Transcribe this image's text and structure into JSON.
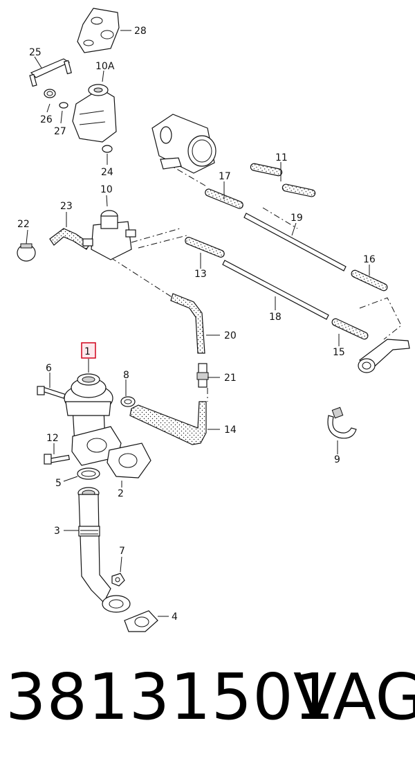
{
  "diagram": {
    "highlight_color": "#d0021b",
    "highlight_fill": "#fde8ec",
    "callouts": [
      {
        "id": "1",
        "label": "1"
      },
      {
        "id": "2",
        "label": "2"
      },
      {
        "id": "3",
        "label": "3"
      },
      {
        "id": "4",
        "label": "4"
      },
      {
        "id": "5",
        "label": "5"
      },
      {
        "id": "6",
        "label": "6"
      },
      {
        "id": "7",
        "label": "7"
      },
      {
        "id": "8",
        "label": "8"
      },
      {
        "id": "9",
        "label": "9"
      },
      {
        "id": "10",
        "label": "10"
      },
      {
        "id": "10A",
        "label": "10A"
      },
      {
        "id": "11",
        "label": "11"
      },
      {
        "id": "12",
        "label": "12"
      },
      {
        "id": "13",
        "label": "13"
      },
      {
        "id": "14",
        "label": "14"
      },
      {
        "id": "15",
        "label": "15"
      },
      {
        "id": "16",
        "label": "16"
      },
      {
        "id": "17",
        "label": "17"
      },
      {
        "id": "18",
        "label": "18"
      },
      {
        "id": "19",
        "label": "19"
      },
      {
        "id": "20",
        "label": "20"
      },
      {
        "id": "21",
        "label": "21"
      },
      {
        "id": "22",
        "label": "22"
      },
      {
        "id": "23",
        "label": "23"
      },
      {
        "id": "24",
        "label": "24"
      },
      {
        "id": "25",
        "label": "25"
      },
      {
        "id": "26",
        "label": "26"
      },
      {
        "id": "27",
        "label": "27"
      },
      {
        "id": "28",
        "label": "28"
      }
    ]
  },
  "footer": {
    "part_number": "38131501",
    "brand": "VAG"
  }
}
